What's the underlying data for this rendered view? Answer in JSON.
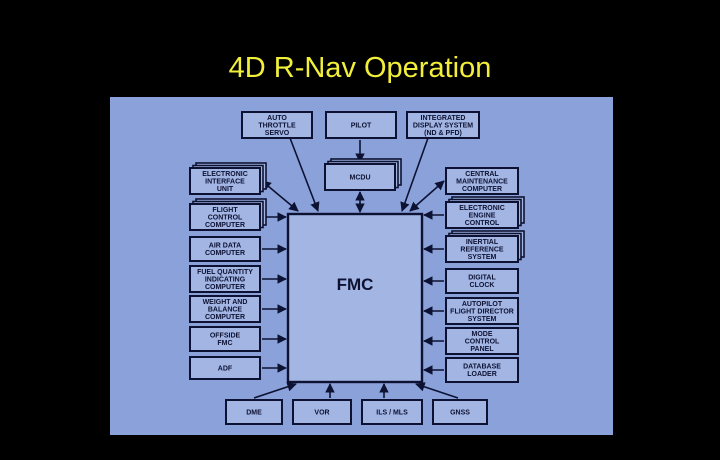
{
  "slide": {
    "title": "4D R-Nav Operation"
  },
  "diagram": {
    "center": {
      "id": "fmc",
      "label": "FMC"
    },
    "top": [
      {
        "id": "auto-throttle-servo",
        "lines": [
          "AUTO",
          "THROTTLE",
          "SERVO"
        ],
        "stacked": false
      },
      {
        "id": "pilot",
        "lines": [
          "PILOT"
        ],
        "stacked": false
      },
      {
        "id": "integrated-display-system",
        "lines": [
          "INTEGRATED",
          "DISPLAY SYSTEM",
          "(ND & PFD)"
        ],
        "stacked": false
      },
      {
        "id": "mcdu",
        "lines": [
          "MCDU"
        ],
        "stacked": true
      }
    ],
    "left": [
      {
        "id": "electronic-interface-unit",
        "lines": [
          "ELECTRONIC",
          "INTERFACE",
          "UNIT"
        ],
        "stacked": true
      },
      {
        "id": "flight-control-computer",
        "lines": [
          "FLIGHT",
          "CONTROL",
          "COMPUTER"
        ],
        "stacked": true
      },
      {
        "id": "air-data-computer",
        "lines": [
          "AIR DATA",
          "COMPUTER"
        ],
        "stacked": false
      },
      {
        "id": "fuel-quantity-indicating-computer",
        "lines": [
          "FUEL QUANTITY",
          "INDICATING",
          "COMPUTER"
        ],
        "stacked": false
      },
      {
        "id": "weight-and-balance-computer",
        "lines": [
          "WEIGHT AND",
          "BALANCE",
          "COMPUTER"
        ],
        "stacked": false
      },
      {
        "id": "offside-fmc",
        "lines": [
          "OFFSIDE",
          "FMC"
        ],
        "stacked": false
      },
      {
        "id": "adf",
        "lines": [
          "ADF"
        ],
        "stacked": false
      }
    ],
    "right": [
      {
        "id": "central-maintenance-computer",
        "lines": [
          "CENTRAL",
          "MAINTENANCE",
          "COMPUTER"
        ],
        "stacked": false
      },
      {
        "id": "electronic-engine-control",
        "lines": [
          "ELECTRONIC",
          "ENGINE",
          "CONTROL"
        ],
        "stacked": true
      },
      {
        "id": "inertial-reference-system",
        "lines": [
          "INERTIAL",
          "REFERENCE",
          "SYSTEM"
        ],
        "stacked": true
      },
      {
        "id": "digital-clock",
        "lines": [
          "DIGITAL",
          "CLOCK"
        ],
        "stacked": false
      },
      {
        "id": "autopilot-flight-director-system",
        "lines": [
          "AUTOPILOT",
          "FLIGHT DIRECTOR",
          "SYSTEM"
        ],
        "stacked": false
      },
      {
        "id": "mode-control-panel",
        "lines": [
          "MODE",
          "CONTROL",
          "PANEL"
        ],
        "stacked": false
      },
      {
        "id": "database-loader",
        "lines": [
          "DATABASE",
          "LOADER"
        ],
        "stacked": false
      }
    ],
    "bottom": [
      {
        "id": "dme",
        "lines": [
          "DME"
        ],
        "stacked": false
      },
      {
        "id": "vor",
        "lines": [
          "VOR"
        ],
        "stacked": false
      },
      {
        "id": "ils-mls",
        "lines": [
          "ILS / MLS"
        ],
        "stacked": false
      },
      {
        "id": "gnss",
        "lines": [
          "GNSS"
        ],
        "stacked": false
      }
    ],
    "colors": {
      "background": "#000000",
      "title": "#f2ef3a",
      "panel": "#8ba1d9",
      "box_fill": "#a2b5e3",
      "ink": "#0d1233"
    }
  }
}
